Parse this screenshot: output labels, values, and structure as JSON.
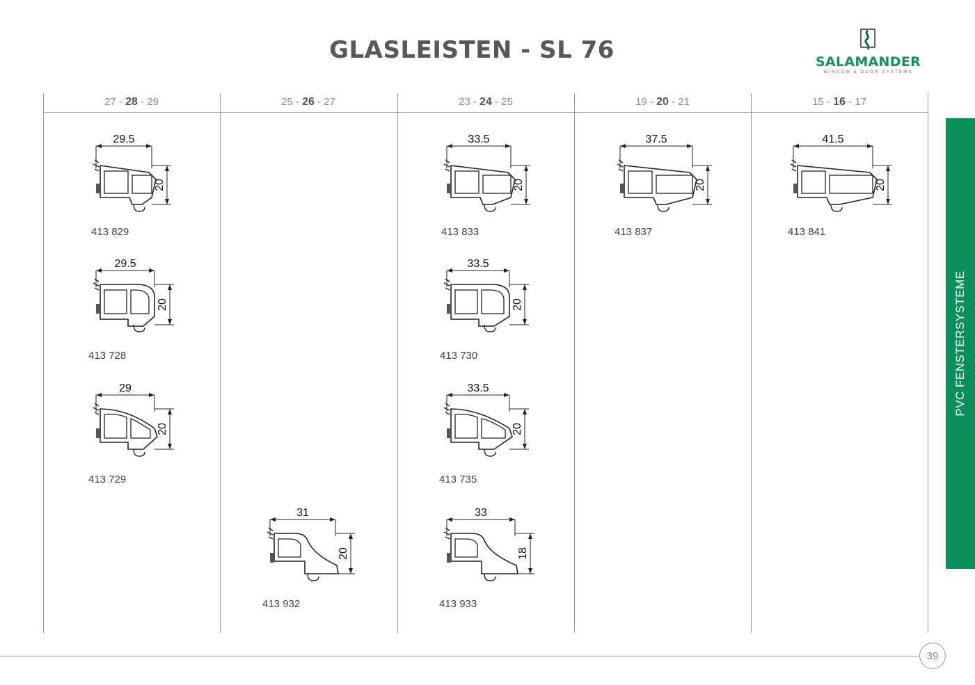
{
  "title": "GLASLEISTEN - SL 76",
  "logo": {
    "name": "SALAMANDER",
    "tagline": "WINDOW & DOOR SYSTEMS"
  },
  "sidebar_label": "PVC FENSTERSYSTEME",
  "page_number": "39",
  "columns": [
    {
      "lo": "27",
      "mid": "28",
      "hi": "29"
    },
    {
      "lo": "25",
      "mid": "26",
      "hi": "27"
    },
    {
      "lo": "23",
      "mid": "24",
      "hi": "25"
    },
    {
      "lo": "19",
      "mid": "20",
      "hi": "21"
    },
    {
      "lo": "15",
      "mid": "16",
      "hi": "17"
    }
  ],
  "profiles": [
    {
      "code": "413 829",
      "width": "29.5",
      "height": "20",
      "shape": "angled"
    },
    {
      "code": "413 728",
      "width": "29.5",
      "height": "20",
      "shape": "rounded"
    },
    {
      "code": "413 729",
      "width": "29",
      "height": "20",
      "shape": "sloped"
    },
    {
      "code": "413 932",
      "width": "31",
      "height": "20",
      "shape": "ogee"
    },
    {
      "code": "413 833",
      "width": "33.5",
      "height": "20",
      "shape": "angled"
    },
    {
      "code": "413 730",
      "width": "33.5",
      "height": "20",
      "shape": "rounded"
    },
    {
      "code": "413 735",
      "width": "33.5",
      "height": "20",
      "shape": "sloped"
    },
    {
      "code": "413 933",
      "width": "33",
      "height": "18",
      "shape": "ogee"
    },
    {
      "code": "413 837",
      "width": "37.5",
      "height": "20",
      "shape": "angled"
    },
    {
      "code": "413 841",
      "width": "41.5",
      "height": "20",
      "shape": "angled"
    }
  ]
}
